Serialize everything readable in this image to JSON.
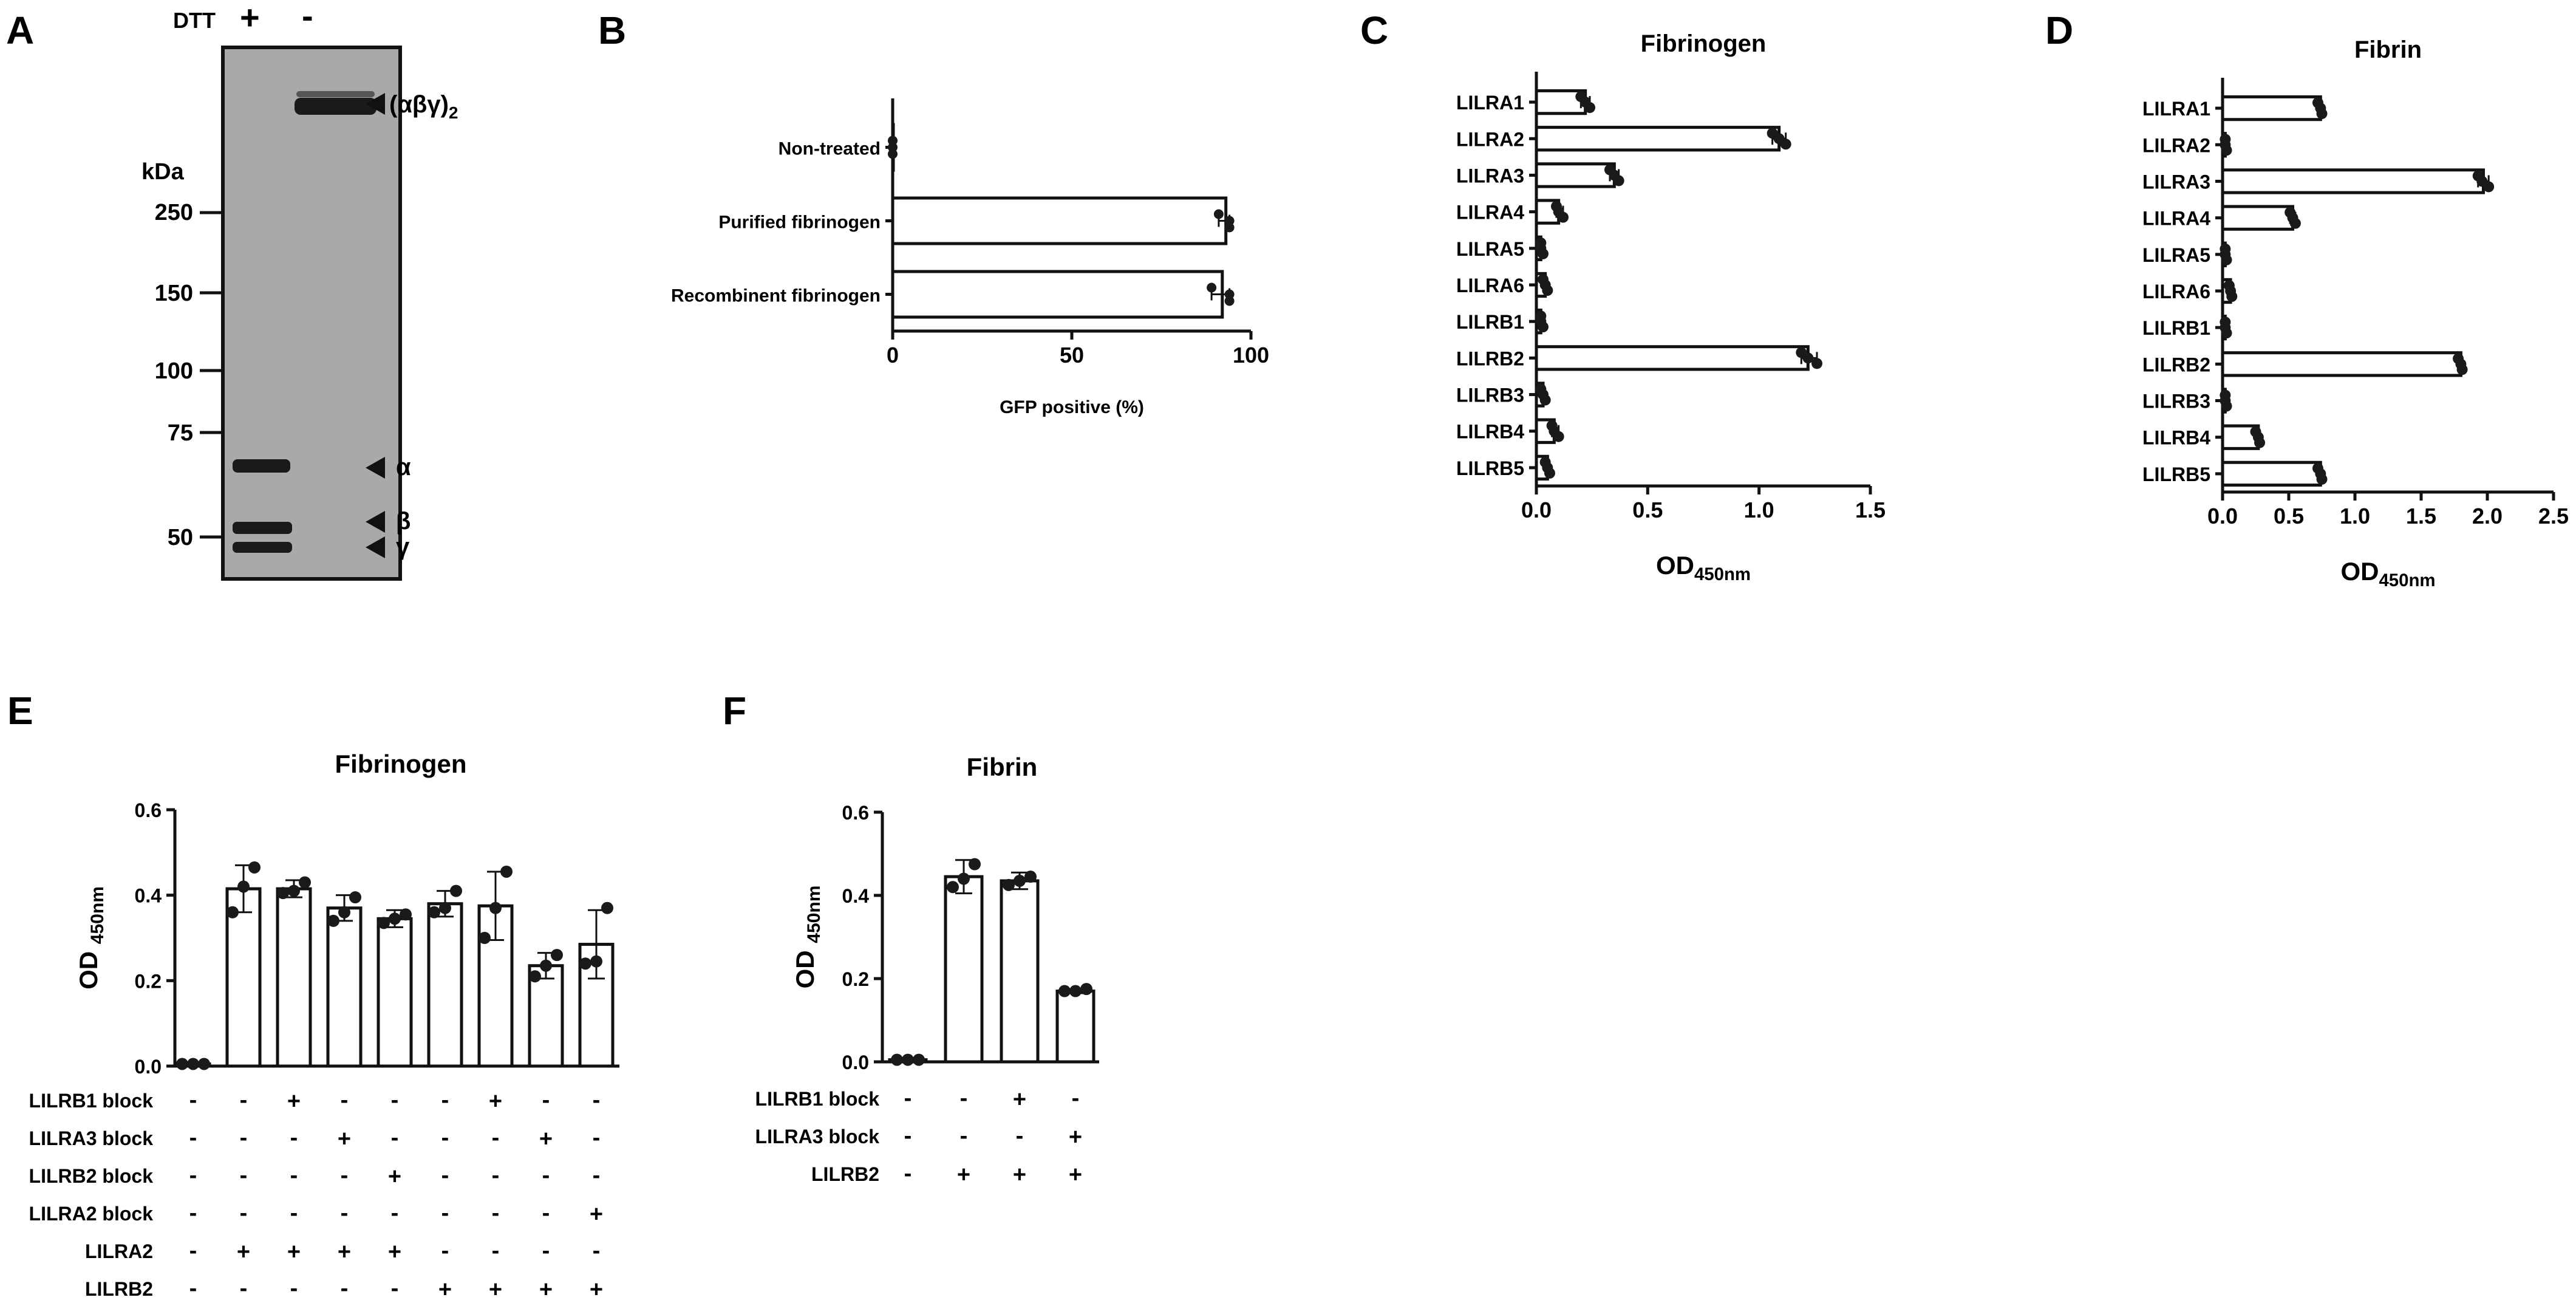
{
  "panels": {
    "A": {
      "letter": "A",
      "dtt_label": "DTT",
      "lane_plus": "+",
      "lane_minus": "-",
      "kda_label": "kDa",
      "markers": [
        "250",
        "150",
        "100",
        "75",
        "50"
      ],
      "band_labels": {
        "complex": "(αβγ)",
        "complex_sub": "2",
        "alpha": "α",
        "beta": "β",
        "gamma": "γ"
      }
    },
    "B": {
      "letter": "B"
    },
    "C": {
      "letter": "C"
    },
    "D": {
      "letter": "D"
    },
    "E": {
      "letter": "E",
      "conditions": [
        {
          "label": "LILRB1 block",
          "signs": [
            "-",
            "-",
            "+",
            "-",
            "-",
            "-",
            "+",
            "-",
            "-"
          ]
        },
        {
          "label": "LILRA3 block",
          "signs": [
            "-",
            "-",
            "-",
            "+",
            "-",
            "-",
            "-",
            "+",
            "-"
          ]
        },
        {
          "label": "LILRB2 block",
          "signs": [
            "-",
            "-",
            "-",
            "-",
            "+",
            "-",
            "-",
            "-",
            "-"
          ]
        },
        {
          "label": "LILRA2 block",
          "signs": [
            "-",
            "-",
            "-",
            "-",
            "-",
            "-",
            "-",
            "-",
            "+"
          ]
        },
        {
          "label": "LILRA2",
          "signs": [
            "-",
            "+",
            "+",
            "+",
            "+",
            "-",
            "-",
            "-",
            "-"
          ]
        },
        {
          "label": "LILRB2",
          "signs": [
            "-",
            "-",
            "-",
            "-",
            "-",
            "+",
            "+",
            "+",
            "+"
          ]
        }
      ]
    },
    "F": {
      "letter": "F",
      "conditions": [
        {
          "label": "LILRB1 block",
          "signs": [
            "-",
            "-",
            "+",
            "-"
          ]
        },
        {
          "label": "LILRA3 block",
          "signs": [
            "-",
            "-",
            "-",
            "+"
          ]
        },
        {
          "label": "LILRB2",
          "signs": [
            "-",
            "+",
            "+",
            "+"
          ]
        }
      ]
    }
  },
  "chart_data": [
    {
      "panel": "B",
      "type": "bar",
      "orientation": "horizontal",
      "title": "",
      "xlabel": "GFP positive (%)",
      "xlim": [
        0,
        100
      ],
      "xticks": [
        0,
        50,
        100
      ],
      "categories": [
        "Non-treated",
        "Purified fibrinogen",
        "Recombinent fibrinogen"
      ],
      "values": [
        0,
        93,
        92
      ],
      "points": [
        [
          0,
          0,
          0
        ],
        [
          91,
          94,
          94
        ],
        [
          89,
          94,
          94
        ]
      ]
    },
    {
      "panel": "C",
      "type": "bar",
      "orientation": "horizontal",
      "title": "Fibrinogen",
      "xlabel": "OD",
      "xlabel_sub": "450nm",
      "xlim": [
        0,
        1.5
      ],
      "xticks": [
        "0.0",
        "0.5",
        "1.0",
        "1.5"
      ],
      "categories": [
        "LILRA1",
        "LILRA2",
        "LILRA3",
        "LILRA4",
        "LILRA5",
        "LILRA6",
        "LILRB1",
        "LILRB2",
        "LILRB3",
        "LILRB4",
        "LILRB5"
      ],
      "values": [
        0.22,
        1.09,
        0.35,
        0.1,
        0.02,
        0.04,
        0.02,
        1.22,
        0.03,
        0.08,
        0.05
      ],
      "points": [
        [
          0.2,
          0.22,
          0.24
        ],
        [
          1.06,
          1.09,
          1.12
        ],
        [
          0.33,
          0.35,
          0.37
        ],
        [
          0.09,
          0.1,
          0.12
        ],
        [
          0.02,
          0.02,
          0.03
        ],
        [
          0.03,
          0.04,
          0.05
        ],
        [
          0.02,
          0.02,
          0.03
        ],
        [
          1.19,
          1.22,
          1.26
        ],
        [
          0.02,
          0.03,
          0.04
        ],
        [
          0.07,
          0.08,
          0.1
        ],
        [
          0.04,
          0.05,
          0.06
        ]
      ]
    },
    {
      "panel": "D",
      "type": "bar",
      "orientation": "horizontal",
      "title": "Fibrin",
      "xlabel": "OD",
      "xlabel_sub": "450nm",
      "xlim": [
        0,
        2.5
      ],
      "xticks": [
        "0.0",
        "0.5",
        "1.0",
        "1.5",
        "2.0",
        "2.5"
      ],
      "categories": [
        "LILRA1",
        "LILRA2",
        "LILRA3",
        "LILRA4",
        "LILRA5",
        "LILRA6",
        "LILRB1",
        "LILRB2",
        "LILRB3",
        "LILRB4",
        "LILRB5"
      ],
      "values": [
        0.74,
        0.02,
        1.97,
        0.53,
        0.02,
        0.06,
        0.02,
        1.8,
        0.02,
        0.27,
        0.74
      ],
      "points": [
        [
          0.72,
          0.74,
          0.75
        ],
        [
          0.02,
          0.02,
          0.03
        ],
        [
          1.93,
          1.96,
          2.01
        ],
        [
          0.51,
          0.53,
          0.55
        ],
        [
          0.02,
          0.02,
          0.03
        ],
        [
          0.05,
          0.06,
          0.07
        ],
        [
          0.02,
          0.02,
          0.03
        ],
        [
          1.78,
          1.8,
          1.81
        ],
        [
          0.02,
          0.02,
          0.03
        ],
        [
          0.25,
          0.27,
          0.28
        ],
        [
          0.72,
          0.74,
          0.75
        ]
      ]
    },
    {
      "panel": "E",
      "type": "bar",
      "orientation": "vertical",
      "title": "Fibrinogen",
      "ylabel": "OD",
      "ylabel_sub": "450nm",
      "ylim": [
        0,
        0.6
      ],
      "yticks": [
        "0.0",
        "0.2",
        "0.4",
        "0.6"
      ],
      "values": [
        0.005,
        0.415,
        0.415,
        0.37,
        0.345,
        0.38,
        0.375,
        0.235,
        0.285
      ],
      "errors": [
        0.003,
        0.055,
        0.02,
        0.03,
        0.02,
        0.03,
        0.08,
        0.03,
        0.08
      ],
      "points": [
        [
          0.005,
          0.005,
          0.005
        ],
        [
          0.36,
          0.42,
          0.465
        ],
        [
          0.405,
          0.41,
          0.43
        ],
        [
          0.34,
          0.36,
          0.395
        ],
        [
          0.335,
          0.345,
          0.355
        ],
        [
          0.36,
          0.37,
          0.41
        ],
        [
          0.3,
          0.37,
          0.455
        ],
        [
          0.21,
          0.235,
          0.26
        ],
        [
          0.24,
          0.245,
          0.37
        ]
      ]
    },
    {
      "panel": "F",
      "type": "bar",
      "orientation": "vertical",
      "title": "Fibrin",
      "ylabel": "OD",
      "ylabel_sub": "450nm",
      "ylim": [
        0,
        0.6
      ],
      "yticks": [
        "0.0",
        "0.2",
        "0.4",
        "0.6"
      ],
      "values": [
        0.005,
        0.445,
        0.435,
        0.17
      ],
      "errors": [
        0.002,
        0.04,
        0.02,
        0.005
      ],
      "points": [
        [
          0.005,
          0.005,
          0.005
        ],
        [
          0.42,
          0.44,
          0.475
        ],
        [
          0.425,
          0.435,
          0.445
        ],
        [
          0.17,
          0.17,
          0.175
        ]
      ]
    }
  ]
}
